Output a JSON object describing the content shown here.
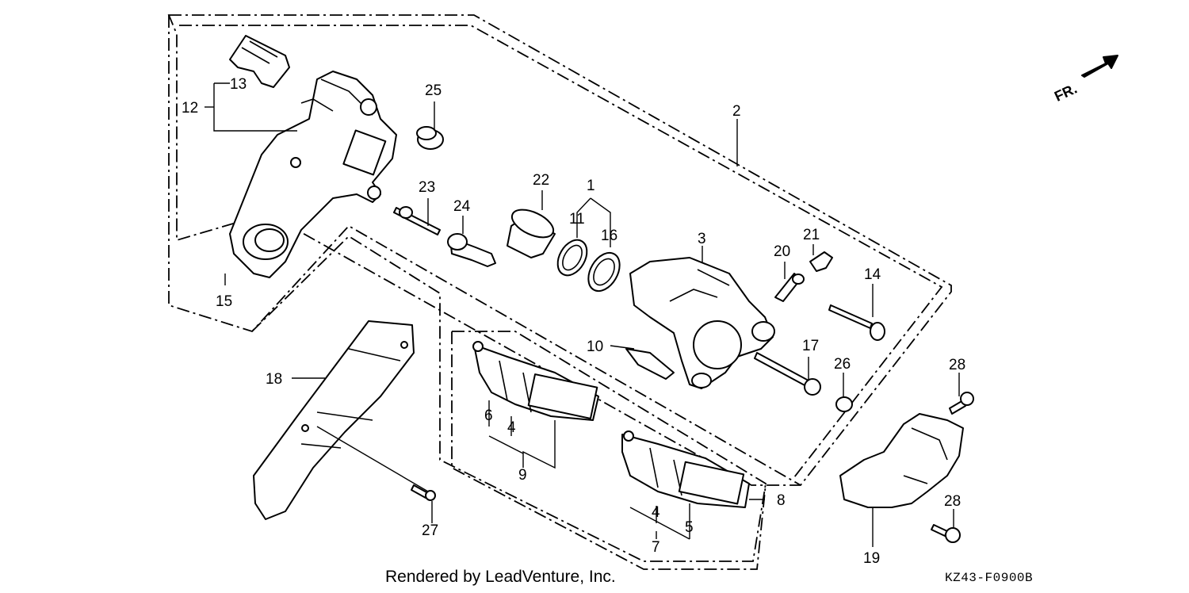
{
  "callouts": [
    {
      "id": "c1",
      "text": "1"
    },
    {
      "id": "c2",
      "text": "2"
    },
    {
      "id": "c3",
      "text": "3"
    },
    {
      "id": "c4a",
      "text": "4"
    },
    {
      "id": "c4b",
      "text": "4"
    },
    {
      "id": "c5",
      "text": "5"
    },
    {
      "id": "c6",
      "text": "6"
    },
    {
      "id": "c7",
      "text": "7"
    },
    {
      "id": "c8",
      "text": "8"
    },
    {
      "id": "c9",
      "text": "9"
    },
    {
      "id": "c10",
      "text": "10"
    },
    {
      "id": "c11",
      "text": "11"
    },
    {
      "id": "c12",
      "text": "12"
    },
    {
      "id": "c13",
      "text": "13"
    },
    {
      "id": "c14",
      "text": "14"
    },
    {
      "id": "c15",
      "text": "15"
    },
    {
      "id": "c16",
      "text": "16"
    },
    {
      "id": "c17",
      "text": "17"
    },
    {
      "id": "c18",
      "text": "18"
    },
    {
      "id": "c19",
      "text": "19"
    },
    {
      "id": "c20",
      "text": "20"
    },
    {
      "id": "c21",
      "text": "21"
    },
    {
      "id": "c22",
      "text": "22"
    },
    {
      "id": "c23",
      "text": "23"
    },
    {
      "id": "c24",
      "text": "24"
    },
    {
      "id": "c25",
      "text": "25"
    },
    {
      "id": "c26",
      "text": "26"
    },
    {
      "id": "c27",
      "text": "27"
    },
    {
      "id": "c28a",
      "text": "28"
    },
    {
      "id": "c28b",
      "text": "28"
    }
  ],
  "direction_label": "FR.",
  "footer": {
    "credit": "Rendered by LeadVenture, Inc.",
    "diagram_code": "KZ43-F0900B"
  }
}
